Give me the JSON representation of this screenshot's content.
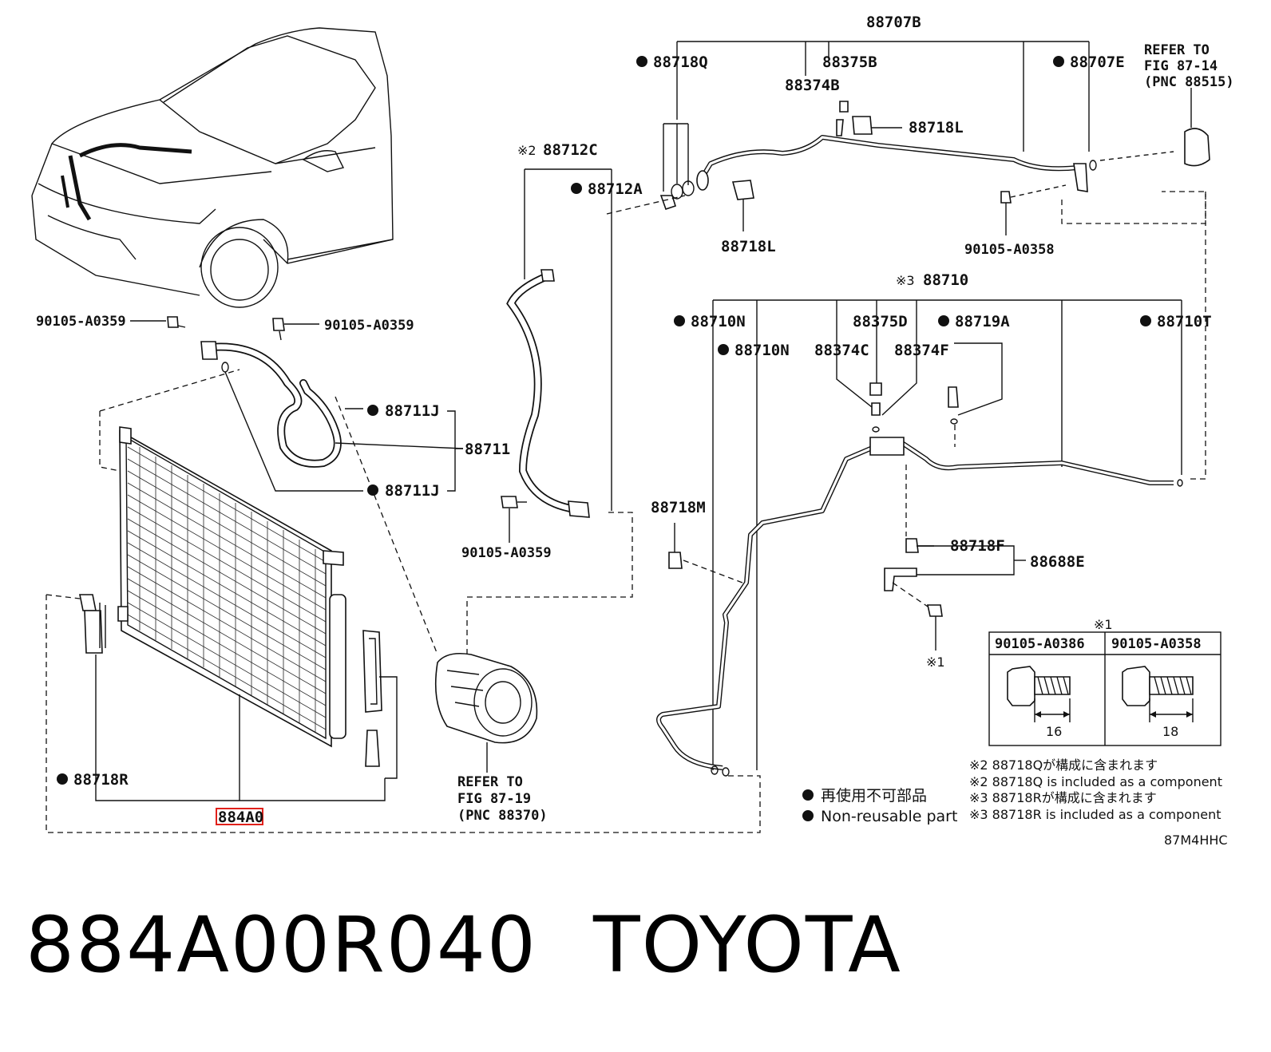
{
  "labels": {
    "l_88707B": "88707B",
    "l_88718Q": "88718Q",
    "l_88375B": "88375B",
    "l_88374B": "88374B",
    "l_88707E": "88707E",
    "l_refer1": "REFER TO",
    "l_refer1b": "FIG 87-14",
    "l_refer1c": "(PNC 88515)",
    "l_88718L_a": "88718L",
    "l_88718L_b": "88718L",
    "l_90105_A0358_top": "90105-A0358",
    "l_88712C_mark": "※2",
    "l_88712C": "88712C",
    "l_88712A": "88712A",
    "l_90105_A0359_a": "90105-A0359",
    "l_90105_A0359_b": "90105-A0359",
    "l_88711J_a": "88711J",
    "l_88711": "88711",
    "l_88711J_b": "88711J",
    "l_90105_A0359_c": "90105-A0359",
    "l_88710_mark": "※3",
    "l_88710": "88710",
    "l_88710N_a": "88710N",
    "l_88375D": "88375D",
    "l_88719A": "88719A",
    "l_88710T": "88710T",
    "l_88710N_b": "88710N",
    "l_88374C": "88374C",
    "l_88374F": "88374F",
    "l_88718M": "88718M",
    "l_88718F": "88718F",
    "l_88688E": "88688E",
    "l_mark1": "※1",
    "l_88718R": "88718R",
    "l_884A0": "884A0",
    "l_refer2": "REFER TO",
    "l_refer2b": "FIG 87-19",
    "l_refer2c": "(PNC 88370)"
  },
  "bolt_table": {
    "mark": "※1",
    "col1_header": "90105-A0386",
    "col2_header": "90105-A0358",
    "col1_length": "16",
    "col2_length": "18"
  },
  "notes": {
    "n1": "※2 88718Qが構成に含まれます",
    "n2": "※2 88718Q is included as a component",
    "n3": "※3 88718Rが構成に含まれます",
    "n4": "※3 88718R is included as a component"
  },
  "legend": {
    "jp": "再使用不可部品",
    "en": "Non-reusable part"
  },
  "figure_code": "87M4HHC",
  "bottom": {
    "part_number": "884A00R040",
    "brand": "TOYOTA"
  },
  "colors": {
    "highlight_box": "#e0201a",
    "ink": "#111111"
  }
}
